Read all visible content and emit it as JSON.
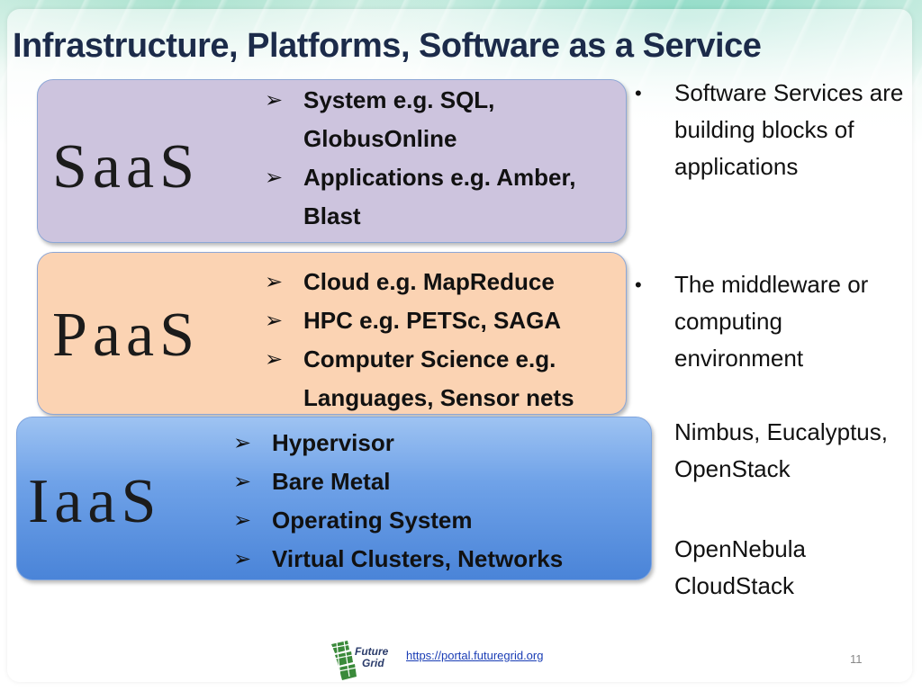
{
  "slide": {
    "title": "Infrastructure, Platforms, Software as a Service",
    "page_number": "11",
    "link": "https://portal.futuregrid.org",
    "logo_text": [
      "Future",
      "Grid"
    ]
  },
  "layers": {
    "saas": {
      "label": "SaaS",
      "items": [
        "System e.g. SQL, GlobusOnline",
        "Applications e.g. Amber, Blast"
      ],
      "color": "#cdc4de"
    },
    "paas": {
      "label": "PaaS",
      "items": [
        "Cloud e.g. MapReduce",
        "HPC e.g. PETSc, SAGA",
        "Computer Science e.g. Languages, Sensor nets"
      ],
      "color": "#fbd3b3"
    },
    "iaas": {
      "label": "IaaS",
      "items": [
        "Hypervisor",
        "Bare Metal",
        "Operating System",
        "Virtual Clusters, Networks"
      ],
      "color": "#5f95e0"
    }
  },
  "right_notes": {
    "saas_note": "Software Services are building blocks of applications",
    "paas_note": "The middleware or computing environment",
    "iaas_note_1": "Nimbus, Eucalyptus, OpenStack",
    "iaas_note_2": "OpenNebula CloudStack"
  },
  "icons": {
    "list_bullet": "arrow-right-icon",
    "text_bullet": "bullet-icon"
  }
}
